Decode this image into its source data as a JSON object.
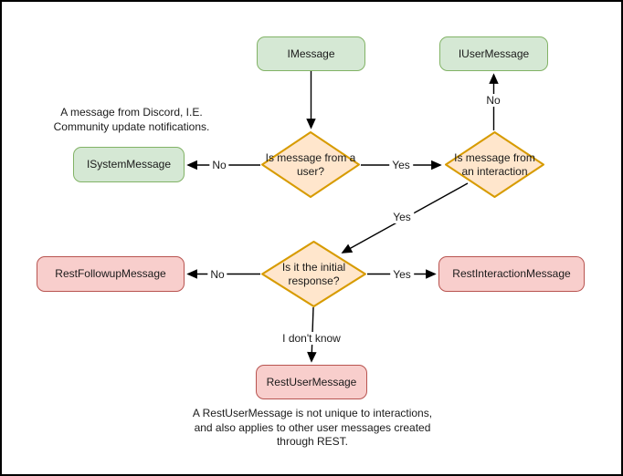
{
  "colors": {
    "canvas-bg": "#ffffff",
    "frame-border": "#000000",
    "green-fill": "#d5e8d4",
    "green-stroke": "#82b366",
    "orange-fill": "#ffe6cc",
    "orange-stroke": "#d79b00",
    "red-fill": "#f8cecc",
    "red-stroke": "#b85450",
    "arrow": "#000000",
    "text": "#1a1a1a"
  },
  "nodes": {
    "imessage": {
      "label": "IMessage"
    },
    "iusermessage": {
      "label": "IUserMessage"
    },
    "isystemmessage": {
      "label": "ISystemMessage"
    },
    "restfollowupmessage": {
      "label": "RestFollowupMessage"
    },
    "restinteractionmessage": {
      "label": "RestInteractionMessage"
    },
    "restusermessage": {
      "label": "RestUserMessage"
    }
  },
  "decisions": {
    "is_from_user": {
      "label": "Is message from a user?"
    },
    "is_from_interaction": {
      "label": "Is message from an interaction"
    },
    "is_initial_response": {
      "label": "Is it the initial response?"
    }
  },
  "edge_labels": {
    "user_no": "No",
    "user_yes": "Yes",
    "interaction_no": "No",
    "interaction_yes": "Yes",
    "initial_no": "No",
    "initial_yes": "Yes",
    "initial_unknown": "I don't know"
  },
  "notes": {
    "system_message_note": "A message from Discord, I.E.\nCommunity update notifications.",
    "rest_user_message_note": "A RestUserMessage is not unique to interactions,\nand also applies to other user messages created\nthrough REST."
  }
}
